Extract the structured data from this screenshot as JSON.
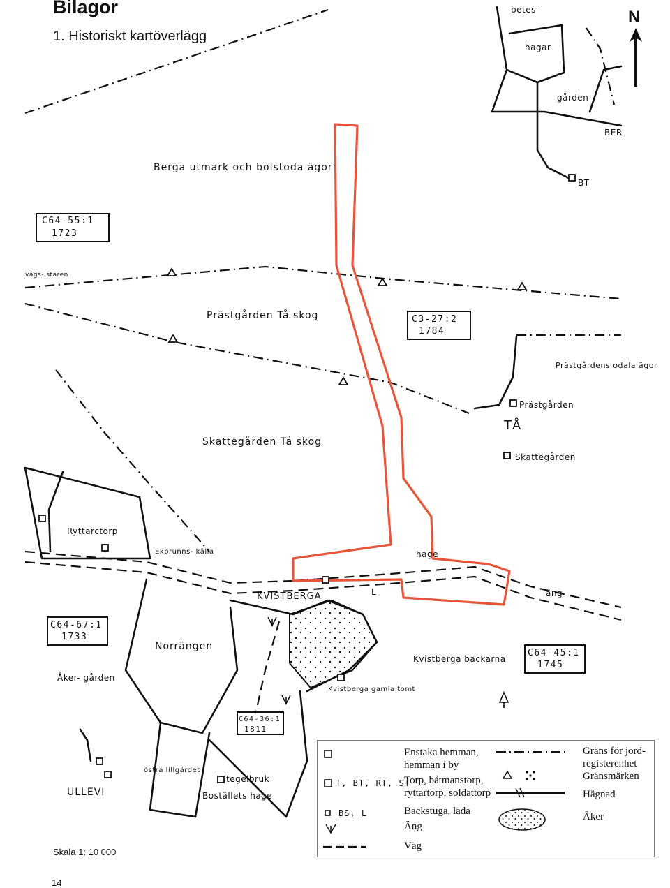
{
  "header": {
    "title": "Bilagor",
    "subtitle": "1. Historiskt kartöverlägg"
  },
  "north": {
    "label": "N"
  },
  "map_labels": {
    "berga": "Berga utmark och bolstoda ägor",
    "prastgarden_skog": "Prästgården Tå skog",
    "skattegarden_skog": "Skattegården Tå skog",
    "prastgardens_odala": "Prästgårdens odala ägor",
    "prastgarden": "Prästgården",
    "ta": "TÅ",
    "skattegarden": "Skattegården",
    "ryttartorp": "Ryttarctorp",
    "ekbrunns": "Ekbrunns- källa",
    "hage": "hage",
    "ang": "äng",
    "kvistberga": "KVISTBERGA",
    "norrangen": "Norrängen",
    "kvistberga_backarna": "Kvistberga backarna",
    "kvistberga_gamla": "Kvistberga gamla tomt",
    "akergarden": "Åker- gården",
    "ullevi": "ULLEVI",
    "ostra": "östra lillgärdet",
    "tegelbruk": "tegelbruk",
    "bostallets": "Boställets hage",
    "hagar": "hagar",
    "garden": "gården",
    "bt": "BT",
    "ber": "BER",
    "betes": "betes-",
    "edges": "vägs- staren",
    "l": "L"
  },
  "map_refs": [
    {
      "code": "C64-55:1",
      "year": "1723"
    },
    {
      "code": "C3-27:2",
      "year": "1784"
    },
    {
      "code": "C64-67:1",
      "year": "1733"
    },
    {
      "code": "C64-45:1",
      "year": "1745"
    },
    {
      "code": "C64-36:1",
      "year": "1811"
    }
  ],
  "legend": {
    "single_farm": "Enstaka hemman,",
    "farm_in_village": "hemman i by",
    "torp_code": "T, BT, RT, ST",
    "torp": "Torp, båtmanstorp,",
    "torp2": "ryttartorp, soldattorp",
    "bs_code": "BS, L",
    "backstuga": "Backstuga, lada",
    "ang": "Äng",
    "vag": "Väg",
    "grans": "Gräns för jord-",
    "grans2": "registerenhet",
    "gransmarken": "Gränsmärken",
    "hagnad": "Hägnad",
    "aker": "Åker"
  },
  "footer": {
    "scale": "Skala 1: 10 000",
    "page_number": "14"
  }
}
